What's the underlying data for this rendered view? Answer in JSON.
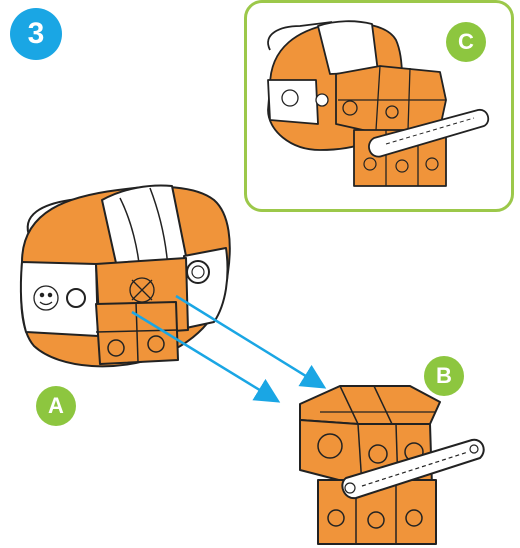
{
  "step": {
    "number": "3",
    "color": "#1aa6e4"
  },
  "labels": {
    "a": "A",
    "b": "B",
    "c": "C",
    "color": "#8dc63f"
  },
  "inset": {
    "border_color": "#9cc84a"
  },
  "colors": {
    "brick_orange": "#f0943a",
    "brick_white": "#ffffff",
    "outline": "#222222",
    "arrow": "#1aa6e4"
  },
  "icons": [
    "connector-hole-icon",
    "face-emblem-icon",
    "axle-bar-icon"
  ]
}
